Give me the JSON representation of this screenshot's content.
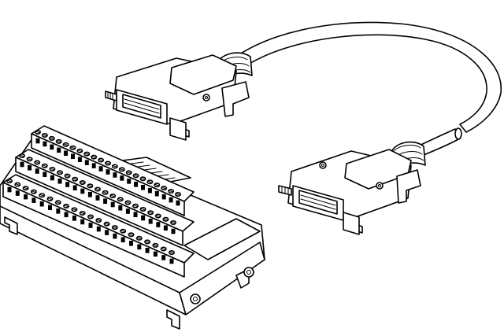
{
  "illustration": {
    "background_color": "#ffffff",
    "line_color": "#000000",
    "parts": [
      {
        "name": "connecting-cable",
        "icon": "cable-icon"
      },
      {
        "name": "sub-d-connector",
        "icon": "connector-icon",
        "count": 2
      },
      {
        "name": "terminal-block",
        "icon": "terminal-block-icon",
        "terminal_rows": 3
      }
    ]
  }
}
